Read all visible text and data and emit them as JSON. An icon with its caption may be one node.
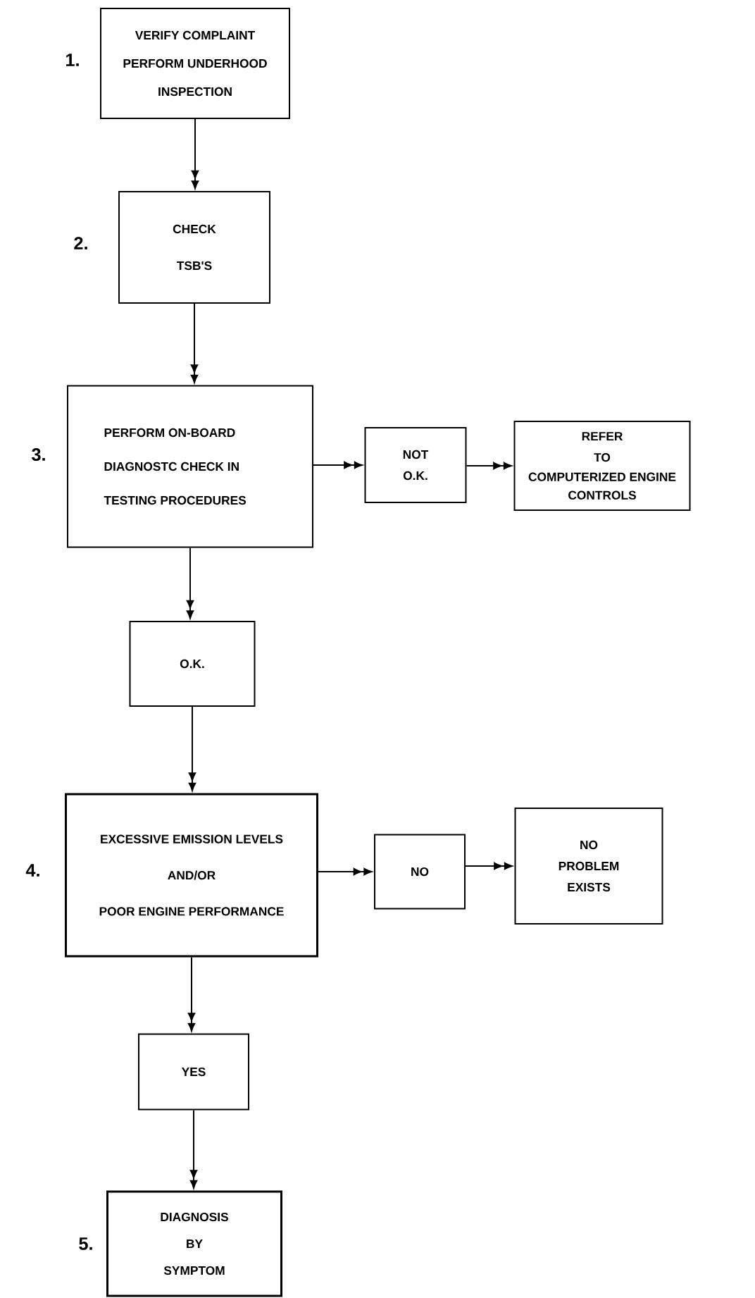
{
  "diagram": {
    "nodes": [
      {
        "text": [
          "VERIFY COMPLAINT PERFORM UNDERHOOD INSPECTION"
        ],
        "beside": [
          "1."
        ]
      },
      {
        "text": [
          "CHECK TSB'S"
        ],
        "beside": [
          "2."
        ]
      },
      {
        "text": [
          "PERFORM ON-BOARD DIAGNOSTC CHECK IN TESTING PROCEDURES"
        ],
        "beside": [
          "3."
        ]
      },
      {
        "text": [
          "NOT O.K."
        ]
      },
      {
        "text": [
          "REFER TO",
          "COMPUTERIZED ENGINE CONTROLS"
        ]
      },
      {
        "text": [
          "O.K."
        ]
      },
      {
        "text": [
          "EXCESSIVE EMISSION LEVELS",
          "AND/OR",
          "POOR ENGINE PERFORMANCE"
        ],
        "beside": [
          "4."
        ]
      },
      {
        "text": [
          "NO"
        ]
      },
      {
        "text": [
          "NO PROBLEM EXISTS"
        ]
      },
      {
        "text": [
          "YES"
        ]
      },
      {
        "text": [
          "DIAGNOSIS BY SYMPTOM"
        ],
        "beside": [
          "5."
        ]
      }
    ],
    "edges": [
      {
        "from": 0,
        "to": 1,
        "arrow": "to"
      },
      {
        "from": 1,
        "to": 2,
        "arrow": "to"
      },
      {
        "from": 2,
        "to": 3,
        "arrow": "to"
      },
      {
        "from": 3,
        "to": 4,
        "arrow": "to"
      },
      {
        "from": 2,
        "to": 5,
        "arrow": "to"
      },
      {
        "from": 5,
        "to": 6,
        "arrow": "to"
      },
      {
        "from": 6,
        "to": 7,
        "arrow": "to"
      },
      {
        "from": 7,
        "to": 8,
        "arrow": "to"
      },
      {
        "from": 6,
        "to": 9,
        "arrow": "to"
      },
      {
        "from": 9,
        "to": 10,
        "arrow": "to"
      }
    ]
  }
}
